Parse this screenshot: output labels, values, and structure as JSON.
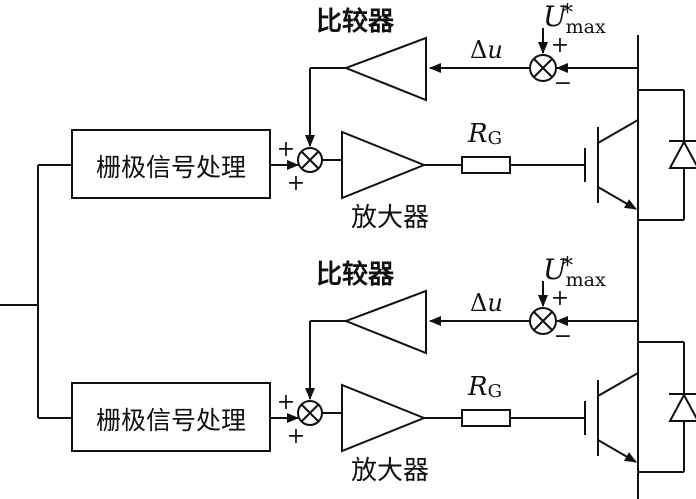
{
  "labels": {
    "comparator": "比较器",
    "amplifier": "放大器",
    "gate_processing": "栅极信号处理",
    "delta_u_symbol": "Δ",
    "delta_u_var": "u",
    "u_max_var": "U",
    "u_max_sub": "max",
    "u_max_sup": "*",
    "resistor_var": "R",
    "resistor_sub": "G",
    "plus": "+",
    "minus": "−"
  }
}
